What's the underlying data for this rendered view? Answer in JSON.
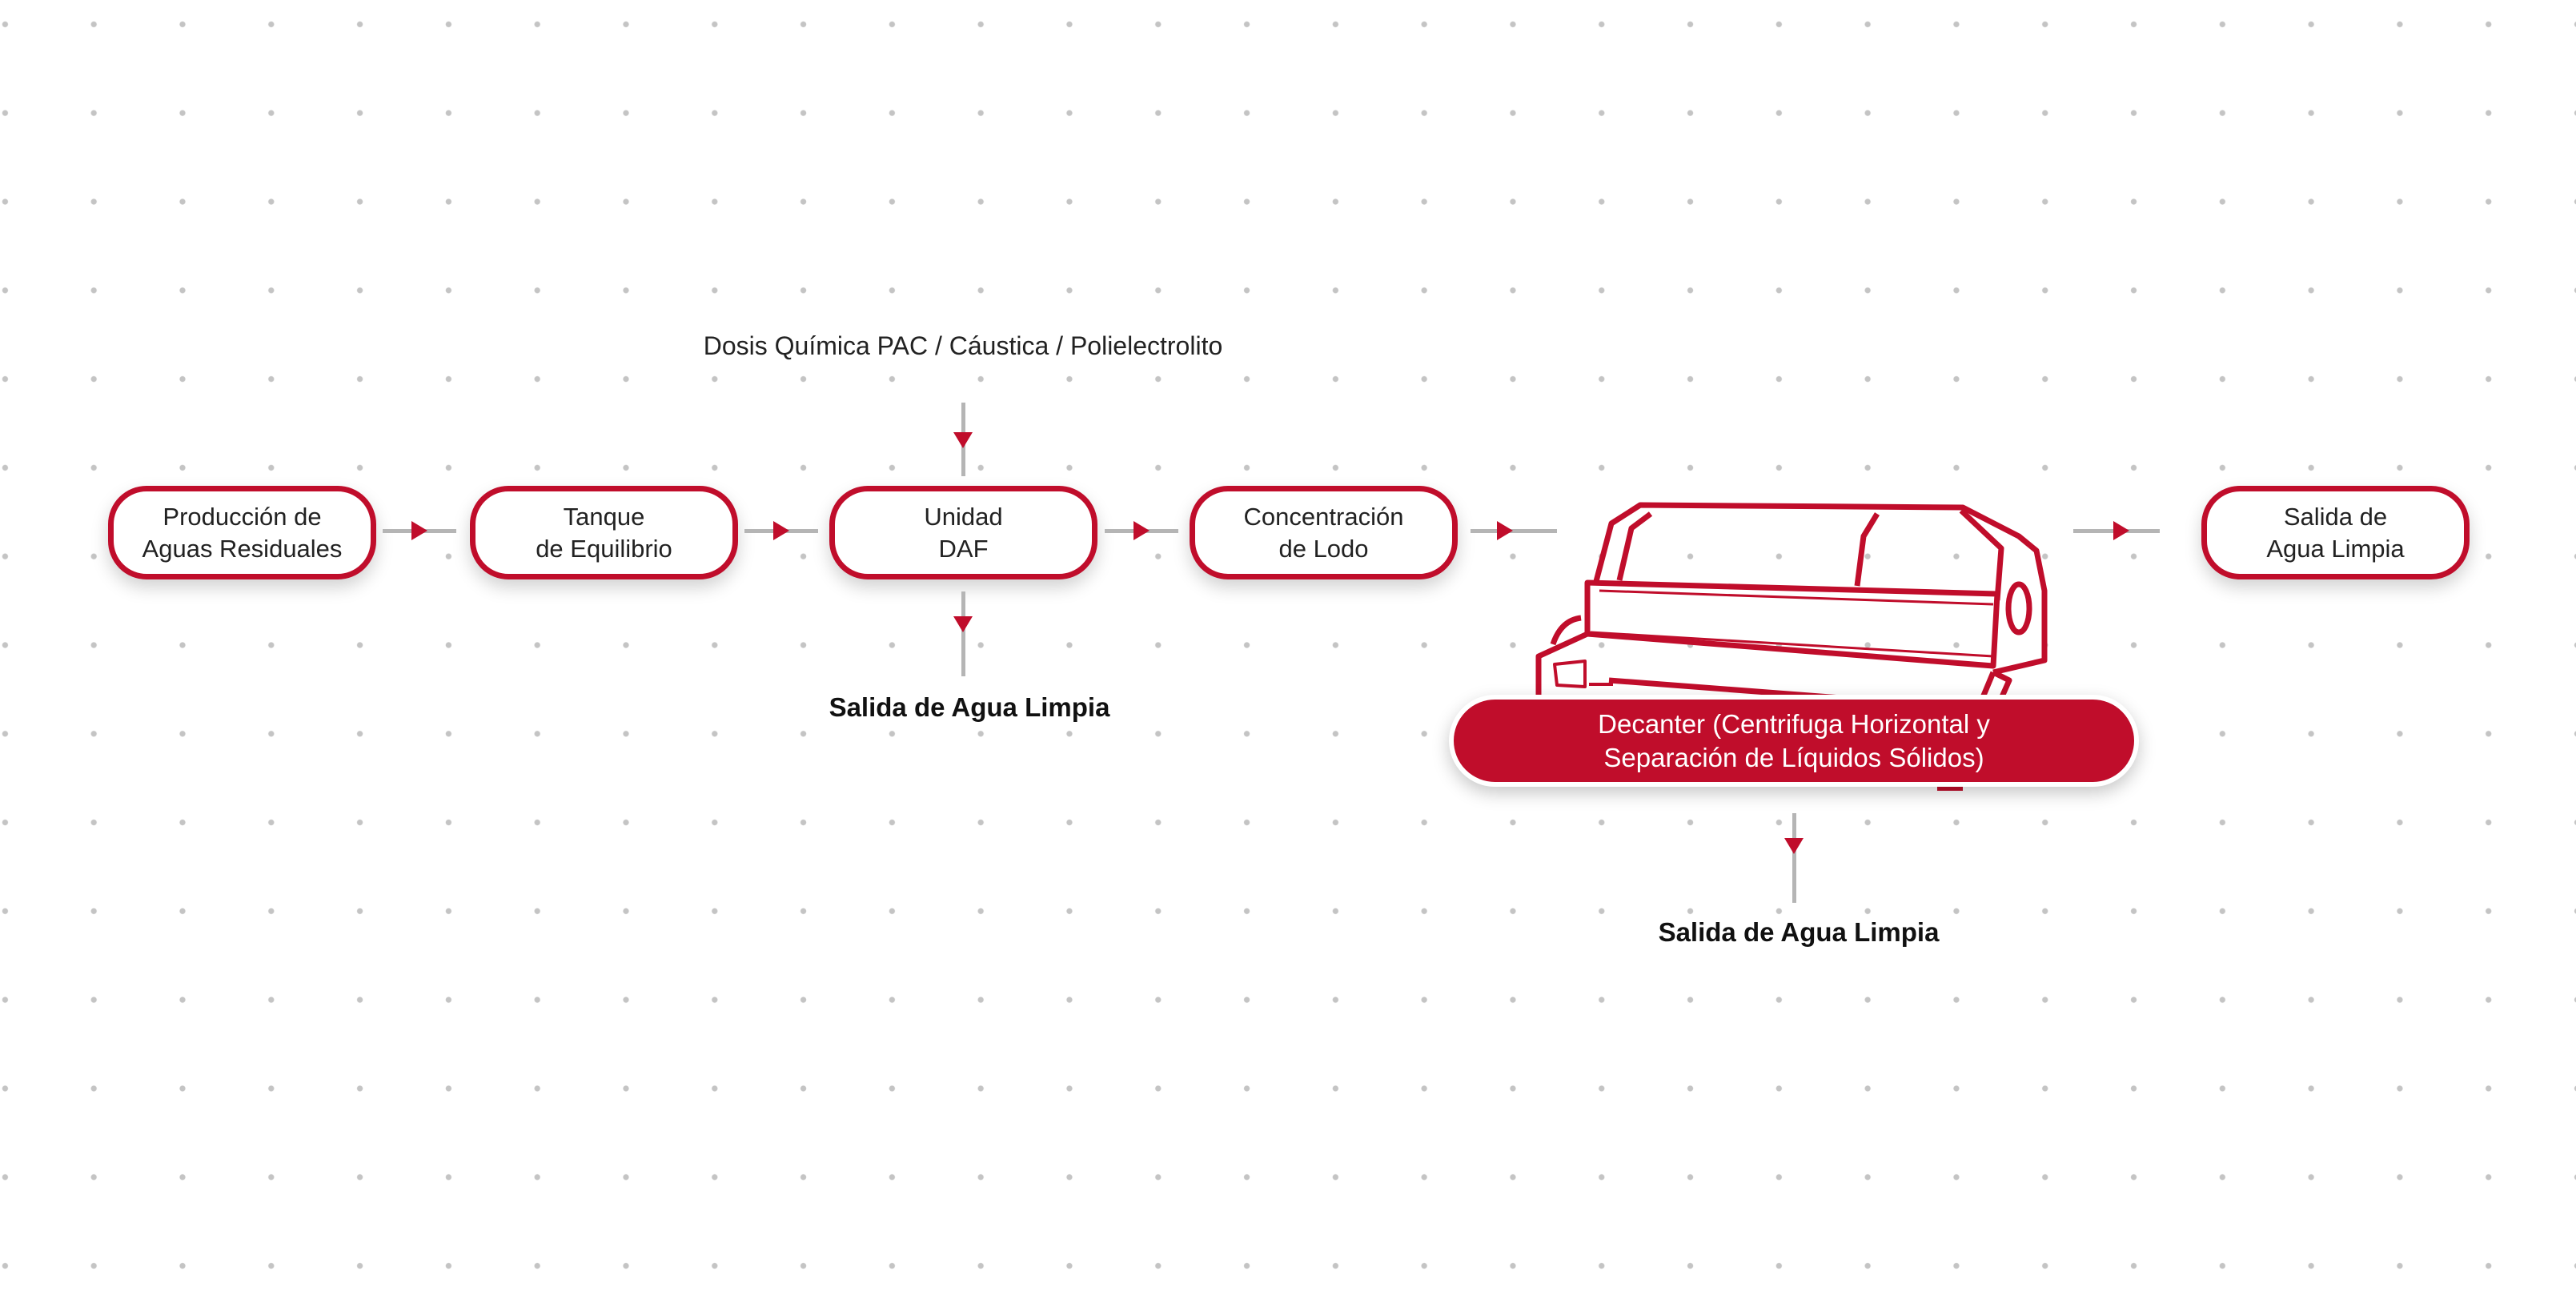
{
  "chemical_dose": "Dosis Química PAC / Cáustica / Polielectrolito",
  "steps": [
    {
      "label": "Producción de\nAguas Residuales"
    },
    {
      "label": "Tanque\nde Equilibrio"
    },
    {
      "label": "Unidad\nDAF"
    },
    {
      "label": "Concentración\nde Lodo"
    },
    {
      "label": "Salida de\nAgua Limpia"
    }
  ],
  "decanter": {
    "label": "Decanter (Centrifuga Horizontal y\nSeparación de Líquidos Sólidos)",
    "icon": "decanter-centrifuge-icon"
  },
  "outputs": {
    "daf_output": "Salida de Agua Limpia",
    "decanter_output": "Salida de Agua Limpia"
  },
  "colors": {
    "accent": "#c00d2b",
    "connector": "#b5b5b5"
  }
}
